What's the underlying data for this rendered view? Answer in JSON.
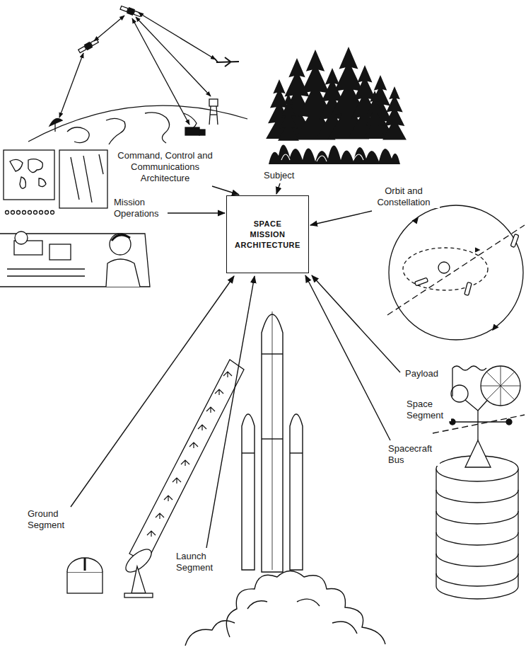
{
  "diagram": {
    "nodes": [
      {
        "text": [
          "SPACE MISSION ARCHITECTURE"
        ]
      }
    ],
    "labels": [
      "Command, Control and Communications Architecture",
      "Subject",
      "Orbit and Constellation",
      "Mission Operations",
      "Payload",
      "Space Segment",
      "Spacecraft Bus",
      "Ground Segment",
      "Launch Segment"
    ]
  }
}
